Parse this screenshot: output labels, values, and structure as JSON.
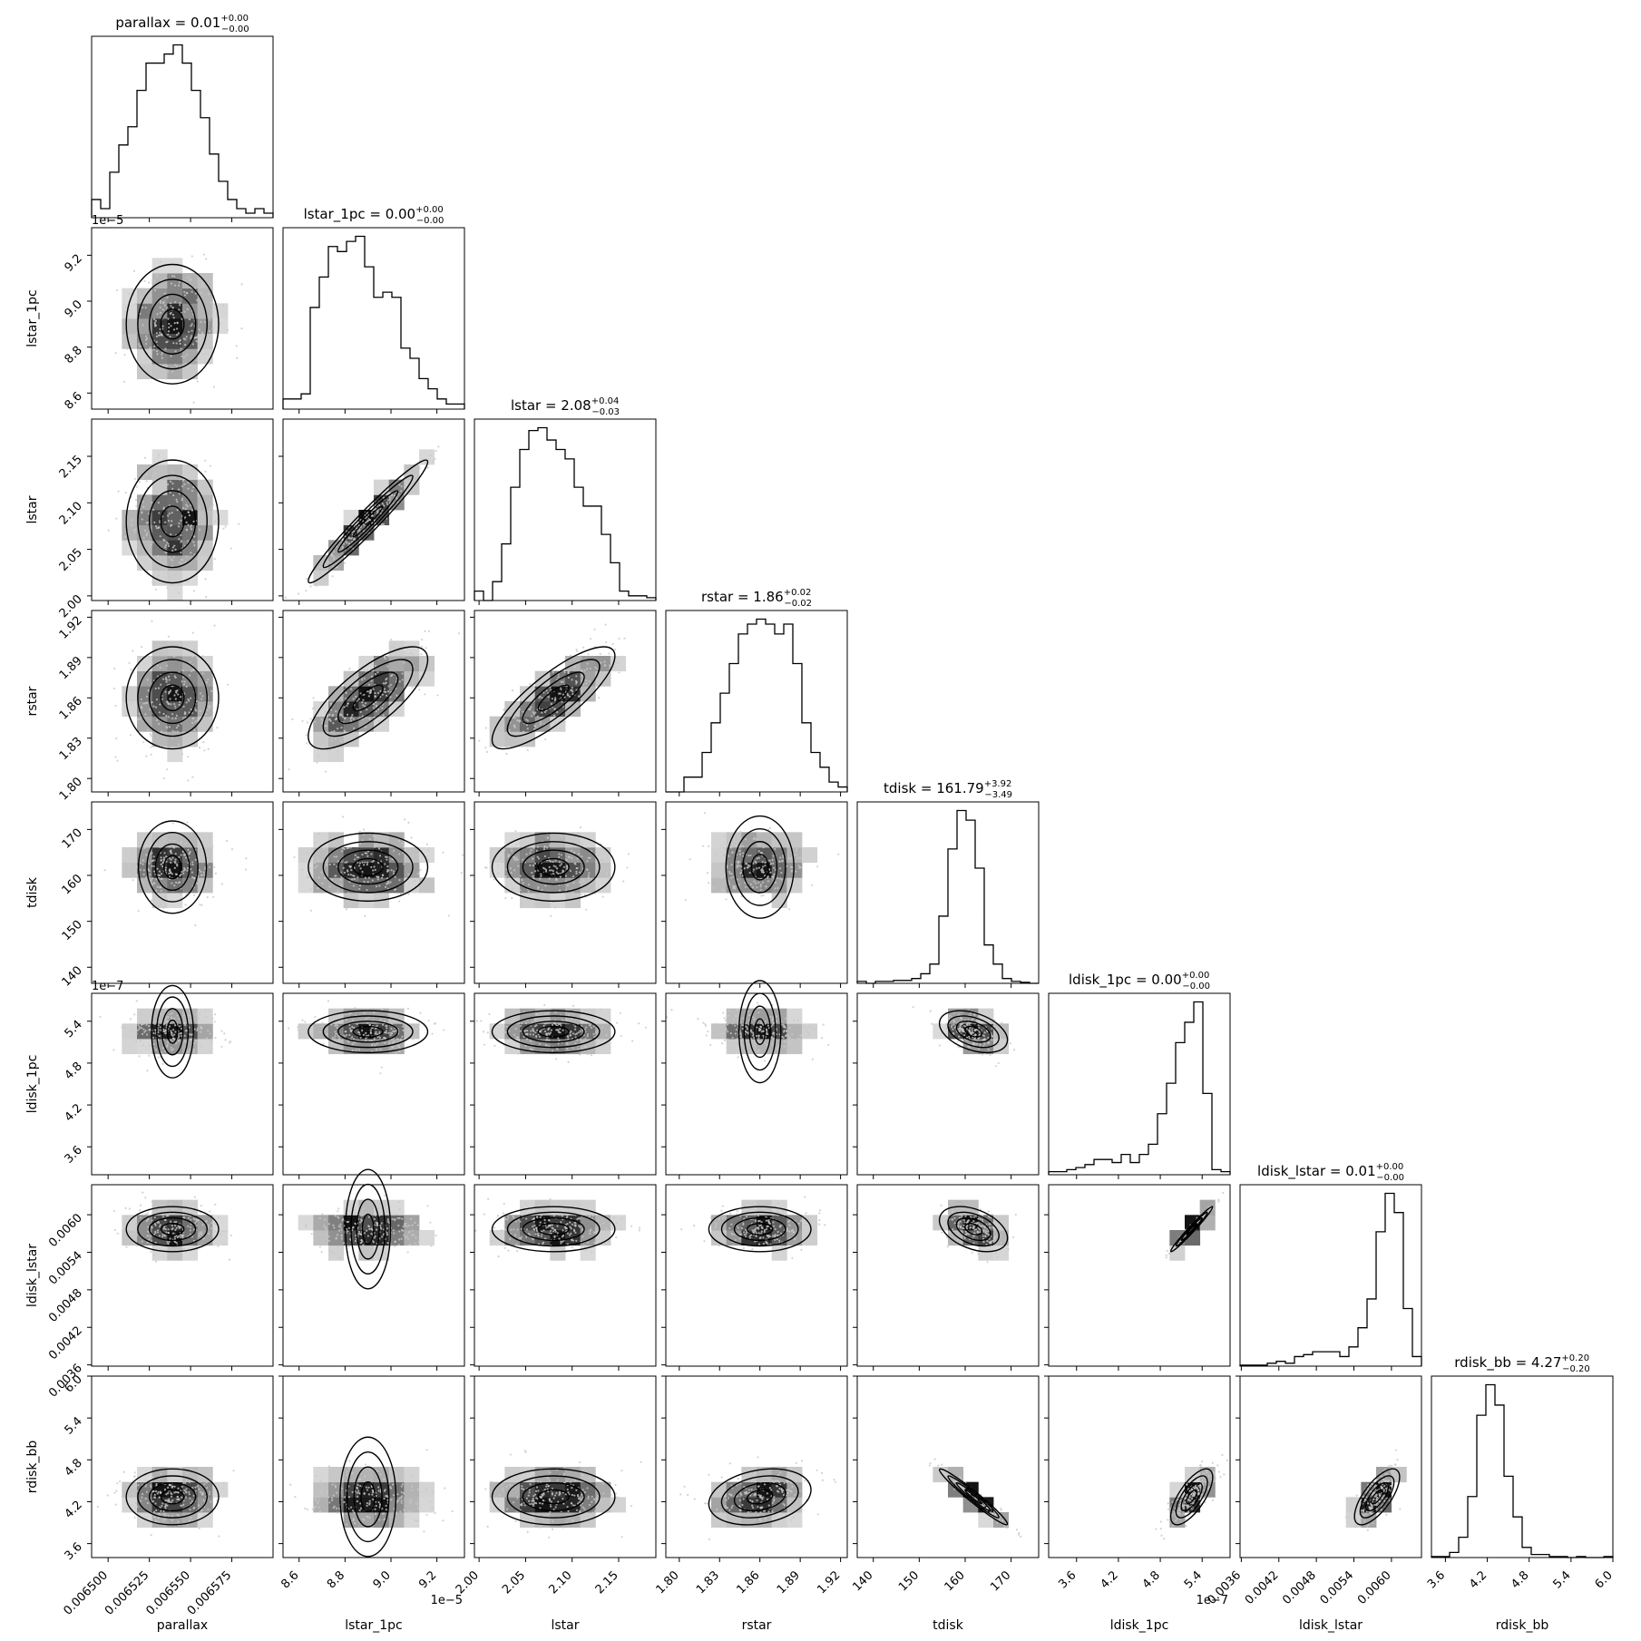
{
  "chart_data": {
    "type": "corner",
    "parameters": [
      {
        "name": "parallax",
        "range": [
          0.00649,
          0.0066
        ],
        "ticks": [
          "0.006500",
          "0.006525",
          "0.006550",
          "0.006575"
        ],
        "tick_values": [
          0.0065,
          0.006525,
          0.00655,
          0.006575
        ],
        "offset": "",
        "title_value": "0.01",
        "title_plus": "+0.00",
        "title_minus": "−0.00",
        "median": 0.006539,
        "sigma": 1.4e-05
      },
      {
        "name": "lstar_1pc",
        "range": [
          8.53,
          9.32
        ],
        "ticks": [
          "8.6",
          "8.8",
          "9.0",
          "9.2"
        ],
        "tick_values": [
          8.6,
          8.8,
          9.0,
          9.2
        ],
        "offset": "1e−5",
        "title_value": "0.00",
        "title_plus": "+0.00",
        "title_minus": "−0.00",
        "median": 8.9,
        "sigma": 0.13
      },
      {
        "name": "lstar",
        "range": [
          1.995,
          2.19
        ],
        "ticks": [
          "2.00",
          "2.05",
          "2.10",
          "2.15"
        ],
        "tick_values": [
          2.0,
          2.05,
          2.1,
          2.15
        ],
        "offset": "",
        "title_value": "2.08",
        "title_plus": "+0.04",
        "title_minus": "−0.03",
        "median": 2.08,
        "sigma": 0.033
      },
      {
        "name": "rstar",
        "range": [
          1.79,
          1.925
        ],
        "ticks": [
          "1.80",
          "1.83",
          "1.86",
          "1.89",
          "1.92"
        ],
        "tick_values": [
          1.8,
          1.83,
          1.86,
          1.89,
          1.92
        ],
        "offset": "",
        "title_value": "1.86",
        "title_plus": "+0.02",
        "title_minus": "−0.02",
        "median": 1.86,
        "sigma": 0.019
      },
      {
        "name": "tdisk",
        "range": [
          136.5,
          176
        ],
        "ticks": [
          "140",
          "150",
          "160",
          "170"
        ],
        "tick_values": [
          140,
          150,
          160,
          170
        ],
        "offset": "",
        "title_value": "161.79",
        "title_plus": "+3.92",
        "title_minus": "−3.49",
        "median": 161.8,
        "sigma": 3.7
      },
      {
        "name": "ldisk_1pc",
        "range": [
          3.2,
          5.8
        ],
        "ticks": [
          "3.6",
          "4.2",
          "4.8",
          "5.4"
        ],
        "tick_values": [
          3.6,
          4.2,
          4.8,
          5.4
        ],
        "offset": "1e−7",
        "title_value": "0.00",
        "title_plus": "+0.00",
        "title_minus": "−0.00",
        "median": 5.25,
        "sigma": 0.15
      },
      {
        "name": "ldisk_lstar",
        "range": [
          0.00358,
          0.00648
        ],
        "ticks": [
          "0.0036",
          "0.0042",
          "0.0048",
          "0.0054",
          "0.0060"
        ],
        "tick_values": [
          0.0036,
          0.0042,
          0.0048,
          0.0054,
          0.006
        ],
        "offset": "",
        "title_value": "0.01",
        "title_plus": "+0.00",
        "title_minus": "−0.00",
        "median": 0.00577,
        "sigma": 0.00018
      },
      {
        "name": "rdisk_bb",
        "range": [
          3.4,
          6.0
        ],
        "ticks": [
          "3.6",
          "4.2",
          "4.8",
          "5.4",
          "6.0"
        ],
        "tick_values": [
          3.6,
          4.2,
          4.8,
          5.4,
          6.0
        ],
        "offset": "",
        "title_value": "4.27",
        "title_plus": "+0.20",
        "title_minus": "−0.20",
        "median": 4.27,
        "sigma": 0.2
      }
    ],
    "histograms": [
      [
        2,
        1,
        5,
        8,
        10,
        14,
        17,
        17,
        18,
        19,
        17,
        14,
        11,
        7,
        4,
        2,
        1,
        0.5,
        1,
        0.5
      ],
      [
        1,
        1,
        1.5,
        10,
        13,
        16,
        15.5,
        16.5,
        17,
        14,
        11,
        11.5,
        11,
        6,
        5,
        3,
        2,
        1,
        0.5,
        0.5
      ],
      [
        1,
        0,
        2,
        6,
        12,
        16,
        18,
        18.3,
        17,
        16,
        15,
        12,
        10,
        10,
        7,
        4,
        1,
        0.5,
        0.5,
        0.3
      ],
      [
        0,
        0,
        1.5,
        1.5,
        4,
        7,
        10,
        13,
        16,
        17,
        17.5,
        17,
        16,
        17,
        13,
        7,
        4,
        2.5,
        1,
        0.5
      ],
      [
        0.2,
        0,
        0.2,
        0.2,
        0.3,
        0.3,
        0.5,
        1,
        2,
        7,
        14,
        18,
        17,
        12,
        4,
        2,
        0.5,
        0.2,
        0.1,
        0
      ],
      [
        0.3,
        0.3,
        0.5,
        0.7,
        1,
        1.5,
        1.5,
        1.2,
        2,
        1.2,
        2,
        3,
        6,
        9,
        13,
        15,
        17,
        8,
        0.5,
        0.3
      ],
      [
        0.1,
        0.1,
        0.1,
        0.3,
        0.5,
        0.3,
        1,
        1.2,
        1.5,
        1.5,
        1.5,
        1,
        2,
        4,
        7,
        14,
        18,
        16,
        6,
        1
      ],
      [
        0.1,
        0.1,
        0.5,
        2,
        6,
        14,
        17,
        15,
        8,
        4,
        1,
        0.3,
        0.3,
        0.1,
        0.1,
        0,
        0.1,
        0,
        0,
        0.1
      ]
    ],
    "correlations": [
      [
        1,
        0,
        0,
        0,
        0,
        0,
        0,
        0
      ],
      [
        0,
        1,
        0.97,
        0.75,
        0,
        0,
        0,
        0
      ],
      [
        0,
        0.97,
        1,
        0.82,
        0,
        0,
        0,
        0
      ],
      [
        0,
        0.75,
        0.82,
        1,
        0,
        0,
        0,
        0.25
      ],
      [
        0,
        0,
        0,
        0,
        1,
        -0.4,
        -0.4,
        -0.97
      ],
      [
        0,
        0,
        0,
        0,
        -0.4,
        1,
        0.98,
        0.7
      ],
      [
        0,
        0,
        0,
        0,
        -0.4,
        0.98,
        1,
        0.7
      ],
      [
        0,
        0,
        0,
        0.25,
        -0.97,
        0.7,
        0.7,
        1
      ]
    ]
  }
}
